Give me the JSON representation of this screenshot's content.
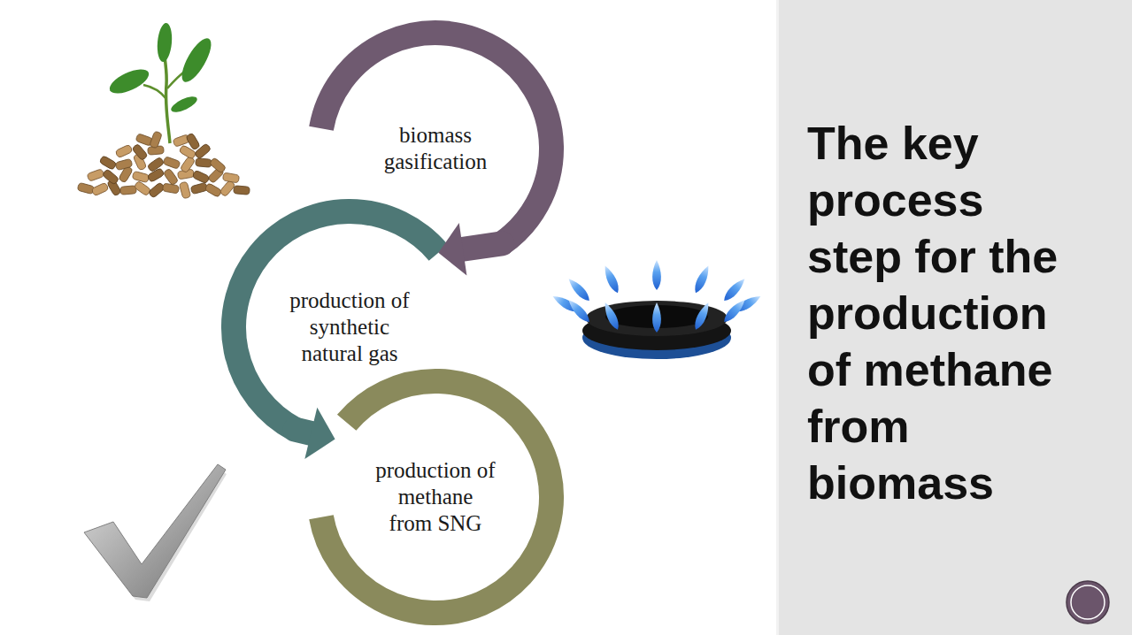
{
  "diagram": {
    "title": "The key process step for the production of methane from biomass",
    "nodes": [
      {
        "text": [
          "biomass gasification"
        ]
      },
      {
        "text": [
          "production of synthetic natural gas"
        ]
      },
      {
        "text": [
          "production of methane from SNG"
        ]
      }
    ],
    "edges": [
      {
        "from": 0,
        "to": 1,
        "arrow": "to"
      },
      {
        "from": 1,
        "to": 2,
        "arrow": "to"
      }
    ]
  }
}
